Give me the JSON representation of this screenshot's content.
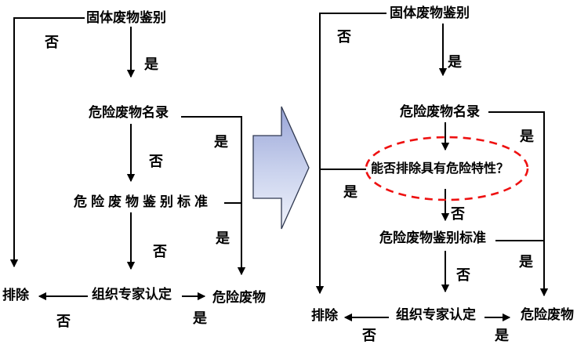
{
  "labels": {
    "yes": "是",
    "no": "否"
  },
  "left_chart": {
    "solid_waste": "固体废物鉴别",
    "catalog": "危险废物名录",
    "standard": "危险废物鉴别标准",
    "expert": "组织专家认定",
    "exclude": "排除",
    "hazardous": "危险废物"
  },
  "right_chart": {
    "solid_waste": "固体废物鉴别",
    "catalog": "危险废物名录",
    "question": "能否排除具有危险特性？",
    "standard": "危险废物鉴别标准",
    "expert": "组织专家认定",
    "exclude": "排除",
    "hazardous": "危险废物"
  },
  "colors": {
    "line": "#000000",
    "text": "#000000",
    "highlight_ellipse": "#ee1111",
    "transform_arrow_top": "#9aa6d8",
    "transform_arrow_bottom": "#f0f3fb",
    "transform_arrow_border": "#2f3850"
  }
}
